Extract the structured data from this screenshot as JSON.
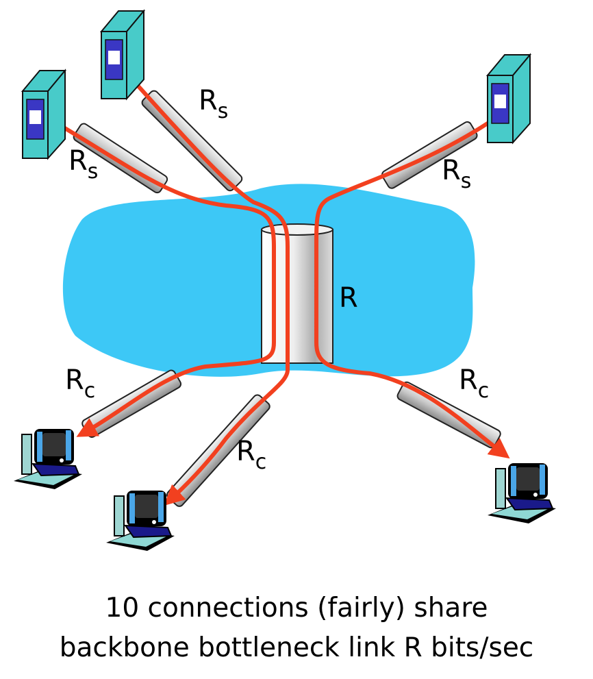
{
  "colors": {
    "cloud": "#3dc8f6",
    "flow": "#f2401f",
    "server": "#48cbc9",
    "server_panel": "#3a37c4"
  },
  "links": {
    "server_link": {
      "main": "R",
      "sub": "s"
    },
    "client_link": {
      "main": "R",
      "sub": "c"
    },
    "bottleneck": {
      "main": "R"
    }
  },
  "caption": {
    "line1": "10 connections (fairly) share",
    "line2": "backbone bottleneck link R bits/sec"
  }
}
